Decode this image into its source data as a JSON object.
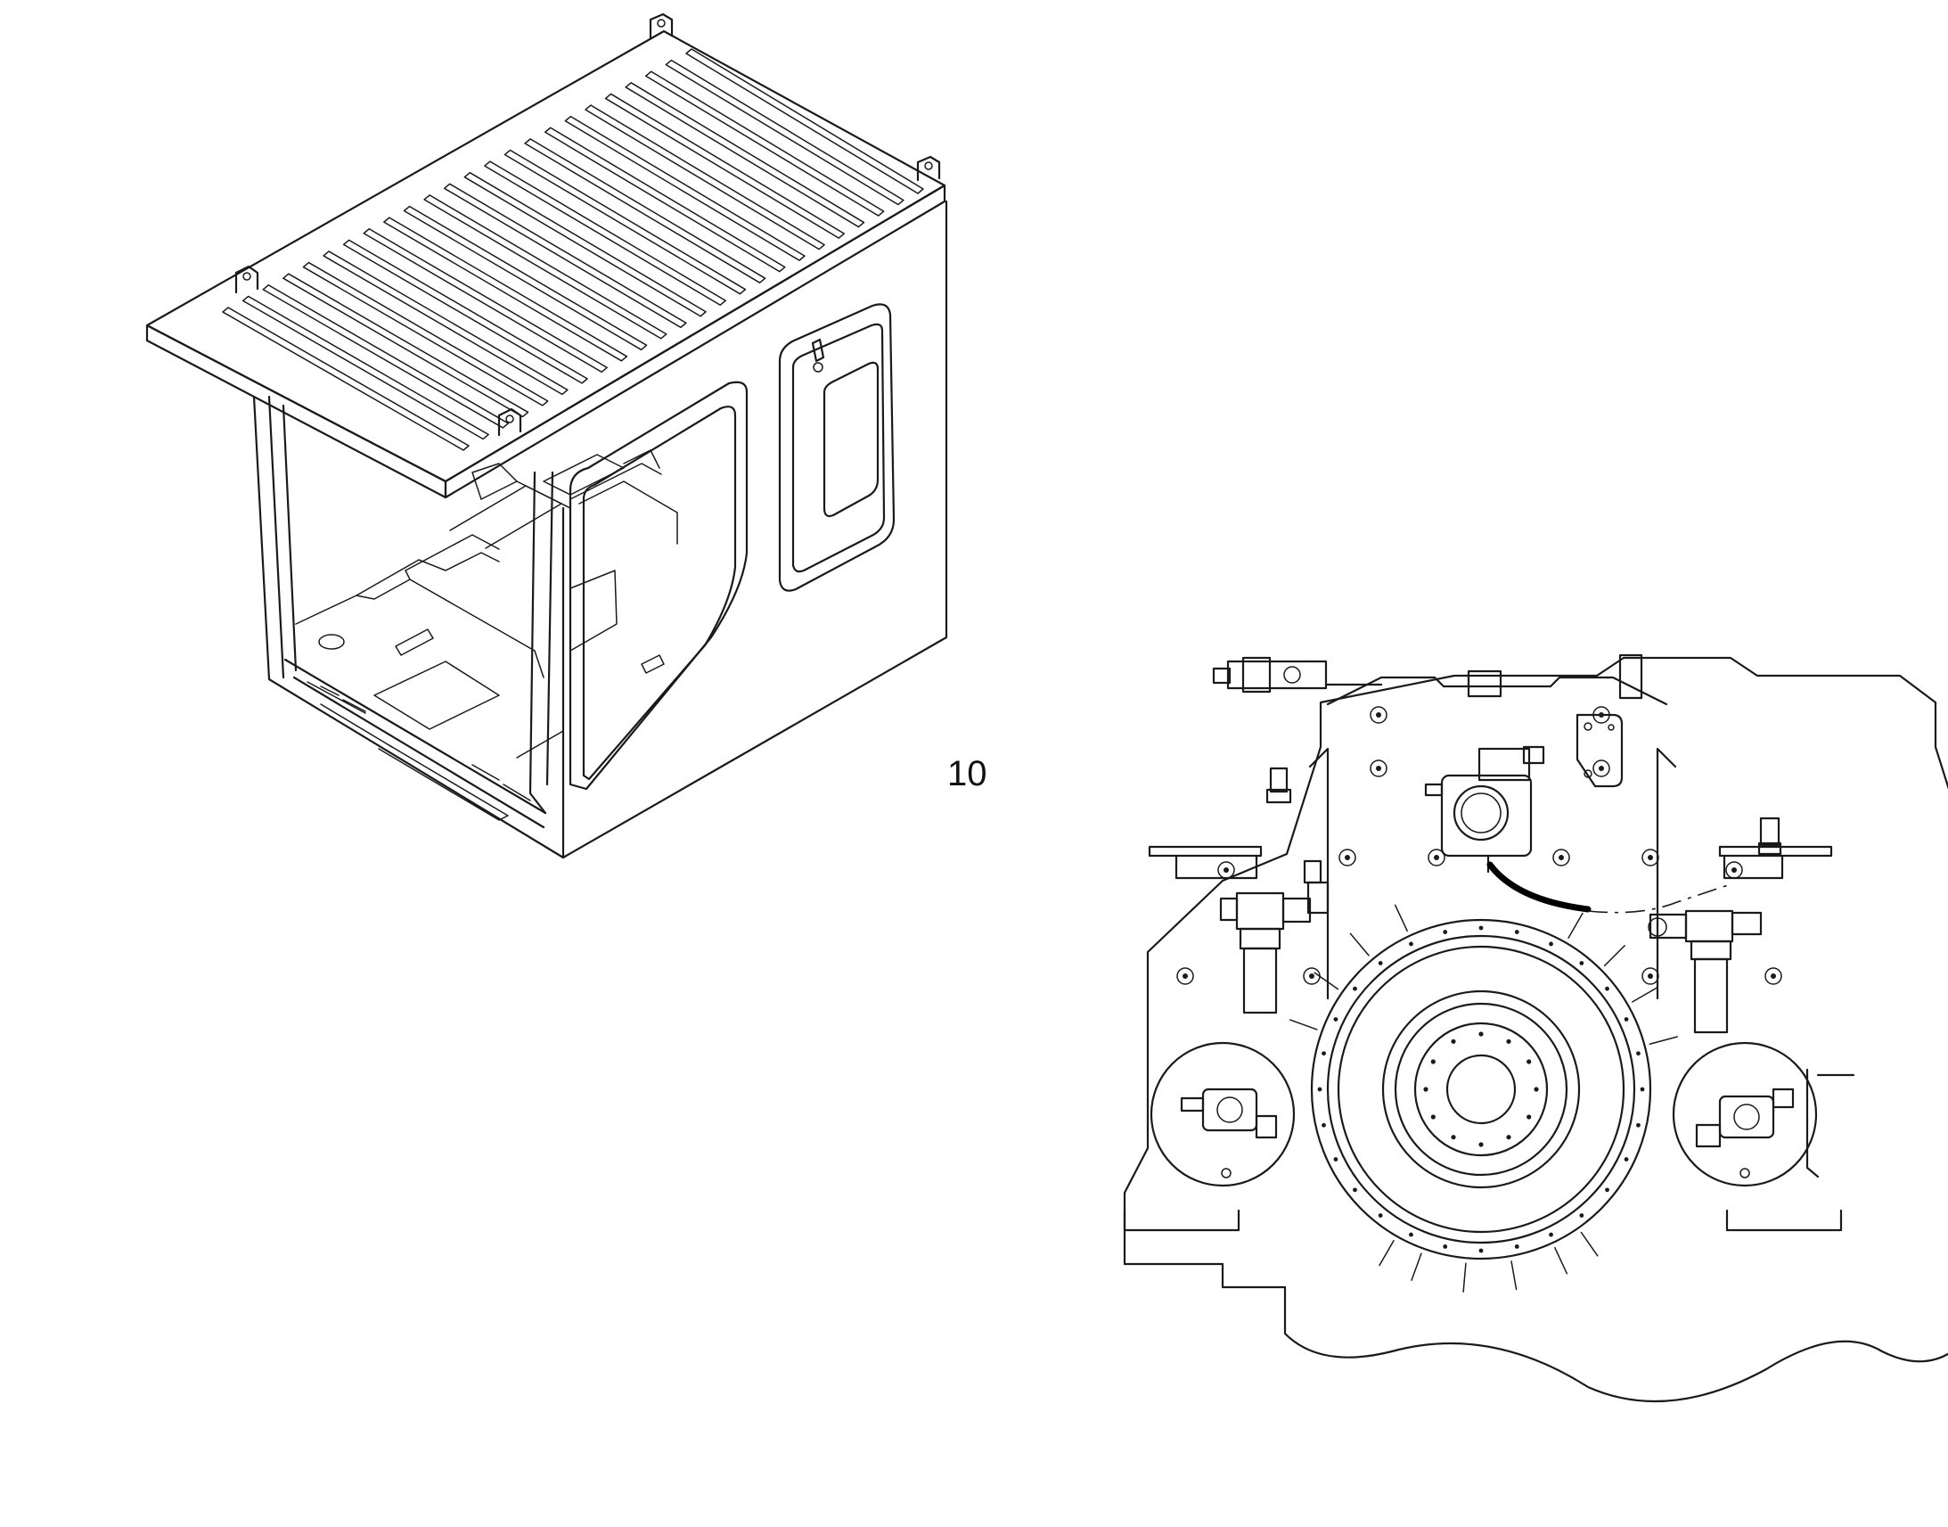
{
  "callouts": [
    {
      "id": "item-10",
      "label": "10"
    }
  ],
  "figures": [
    {
      "name": "operator-cab",
      "view": "isometric"
    },
    {
      "name": "engine-assembly",
      "view": "front"
    }
  ]
}
